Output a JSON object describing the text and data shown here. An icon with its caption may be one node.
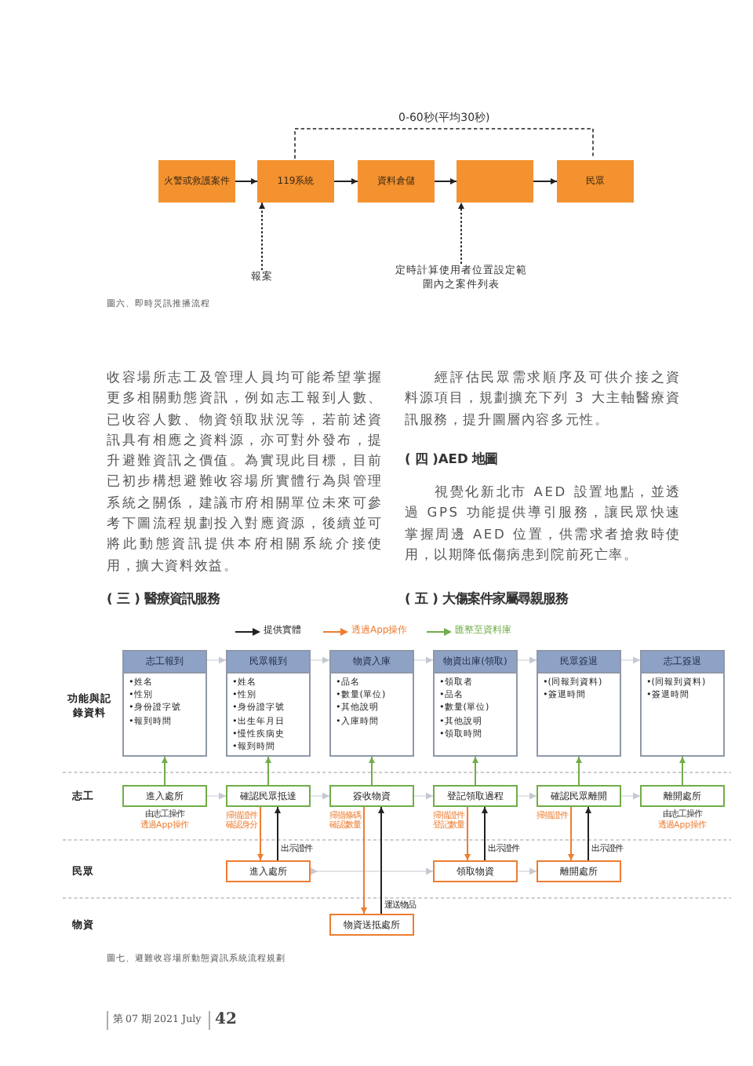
{
  "diagram": {
    "nodes": [
      {
        "text": [
          "火警或救護案件"
        ]
      },
      {
        "text": [
          "119系統"
        ]
      },
      {
        "text": [
          "資料倉儲"
        ]
      },
      {
        "text": [],
        "shape": "box"
      },
      {
        "text": [
          "民眾"
        ]
      },
      {
        "text": [
          "報案"
        ]
      },
      {
        "text": [
          "定時計算使用者位置設定範圍內之案件列表"
        ]
      },
      {
        "text": [
          "志工報到",
          "•姓名",
          "•性別",
          "•身份證字號",
          "•報到時間"
        ]
      },
      {
        "text": [
          "民眾報到",
          "•姓名",
          "•性別",
          "•身份證字號",
          "•出生年月日",
          "•慢性疾病史",
          "•報到時間"
        ]
      },
      {
        "text": [
          "物資入庫",
          "•品名",
          "•數量(單位)",
          "•其他說明",
          "•入庫時間"
        ]
      },
      {
        "text": [
          "物資出庫(領取)",
          "•領取者",
          "•品名",
          "•數量(單位)",
          "•其他說明",
          "•領取時間"
        ]
      },
      {
        "text": [
          "民眾簽退",
          "•(同報到資料)",
          "•簽退時間"
        ]
      },
      {
        "text": [
          "志工簽退",
          "•(同報到資料)",
          "•簽退時間"
        ]
      },
      {
        "text": [
          "進入處所"
        ],
        "beside": [
          "由志工操作",
          "透過App操作"
        ]
      },
      {
        "text": [
          "確認民眾抵達"
        ]
      },
      {
        "text": [
          "簽收物資"
        ]
      },
      {
        "text": [
          "登記領取過程"
        ]
      },
      {
        "text": [
          "確認民眾離開"
        ]
      },
      {
        "text": [
          "離開處所"
        ],
        "beside": [
          "由志工操作",
          "透過App操作"
        ]
      },
      {
        "text": [
          "進入處所"
        ]
      },
      {
        "text": [
          "領取物資"
        ]
      },
      {
        "text": [
          "離開處所"
        ]
      },
      {
        "text": [
          "物資送抵處所"
        ]
      }
    ],
    "edges": [
      {
        "from": 0,
        "to": 1,
        "arrow": "to",
        "color": "#222222"
      },
      {
        "from": 1,
        "to": 2,
        "arrow": "to",
        "color": "#222222"
      },
      {
        "from": 2,
        "to": 3,
        "arrow": "to",
        "color": "#222222"
      },
      {
        "from": 3,
        "to": 4,
        "arrow": "to",
        "color": "#222222"
      },
      {
        "from": 5,
        "to": 1,
        "arrow": "to",
        "style": "dashed",
        "color": "#222222"
      },
      {
        "from": 6,
        "to": 3,
        "arrow": "to",
        "style": "dashed",
        "color": "#222222"
      },
      {
        "from": 7,
        "to": 8,
        "arrow": "to",
        "color": "#c5c9d1"
      },
      {
        "from": 8,
        "to": 9,
        "arrow": "to",
        "color": "#c5c9d1"
      },
      {
        "from": 9,
        "to": 10,
        "arrow": "to",
        "color": "#c5c9d1"
      },
      {
        "from": 10,
        "to": 11,
        "arrow": "to",
        "color": "#c5c9d1"
      },
      {
        "from": 11,
        "to": 12,
        "arrow": "to",
        "color": "#c5c9d1"
      },
      {
        "from": 13,
        "to": 14,
        "arrow": "to",
        "color": "#c5c9d1"
      },
      {
        "from": 14,
        "to": 15,
        "arrow": "to",
        "color": "#c5c9d1"
      },
      {
        "from": 15,
        "to": 16,
        "arrow": "to",
        "color": "#c5c9d1"
      },
      {
        "from": 16,
        "to": 17,
        "arrow": "to",
        "color": "#c5c9d1"
      },
      {
        "from": 17,
        "to": 18,
        "arrow": "to",
        "color": "#c5c9d1"
      },
      {
        "from": 19,
        "to": 20,
        "arrow": "to",
        "color": "#c5c9d1"
      },
      {
        "from": 20,
        "to": 21,
        "arrow": "to",
        "color": "#c5c9d1"
      },
      {
        "from": 13,
        "to": 7,
        "arrow": "to",
        "color": "#70ad47"
      },
      {
        "from": 14,
        "to": 8,
        "arrow": "to",
        "color": "#70ad47"
      },
      {
        "from": 15,
        "to": 9,
        "arrow": "to",
        "color": "#70ad47"
      },
      {
        "from": 16,
        "to": 10,
        "arrow": "to",
        "color": "#70ad47"
      },
      {
        "from": 17,
        "to": 11,
        "arrow": "to",
        "color": "#70ad47"
      },
      {
        "from": 18,
        "to": 12,
        "arrow": "to",
        "color": "#70ad47"
      },
      {
        "from": 14,
        "to": 19,
        "arrow": "to",
        "color": "#ed7d31",
        "label": "掃描證件確認身分"
      },
      {
        "from": 15,
        "to": 22,
        "arrow": "to",
        "color": "#ed7d31",
        "label": "掃描條碼確認數量"
      },
      {
        "from": 16,
        "to": 20,
        "arrow": "to",
        "color": "#ed7d31",
        "label": "掃描證件登記數量"
      },
      {
        "from": 17,
        "to": 21,
        "arrow": "to",
        "color": "#ed7d31",
        "label": "掃描證件"
      },
      {
        "from": 19,
        "to": 14,
        "arrow": "to",
        "color": "#222222",
        "label": "出示證件"
      },
      {
        "from": 22,
        "to": 15,
        "arrow": "to",
        "color": "#222222",
        "label": "運送物品"
      },
      {
        "from": 20,
        "to": 16,
        "arrow": "to",
        "color": "#222222",
        "label": "出示證件"
      },
      {
        "from": 21,
        "to": 17,
        "arrow": "to",
        "color": "#222222",
        "label": "出示證件"
      }
    ],
    "labels": [
      "0-60秒(平均30秒)",
      "圖六、即時災訊推播流程",
      "收容場所志工及管理人員均可能希望掌握更多相關動態資訊，例如志工報到人數、已收容人數、物資領取狀況等，若前述資訊具有相應之資料源，亦可對外發布，提升避難資訊之價值。為實現此目標，目前已初步構想避難收容場所實體行為與管理系統之關係，建議市府相關單位未來可參考下圖流程規劃投入對應資源，後續並可將此動態資訊提供本府相關系統介接使用，擴大資料效益。",
      "( 三 ) 醫療資訊服務",
      "經評估民眾需求順序及可供介接之資料源項目，規劃擴充下列 3 大主軸醫療資訊服務，提升圖層內容多元性。",
      "( 四 )AED 地圖",
      "視覺化新北市 AED 設置地點，並透過 GPS 功能提供導引服務，讓民眾快速掌握周邊 AED 位置，供需求者搶救時使用，以期降低傷病患到院前死亡率。",
      "( 五 ) 大傷案件家屬尋親服務",
      "功能與記錄資料",
      "志工",
      "民眾",
      "物資",
      "圖七、避難收容場所動態資訊系統流程規劃",
      "第 07 期 2021 July",
      "42"
    ],
    "legend": [
      {
        "text": "提供實體"
      },
      {
        "text": "透過App操作"
      },
      {
        "text": "匯整至資料庫"
      }
    ]
  }
}
